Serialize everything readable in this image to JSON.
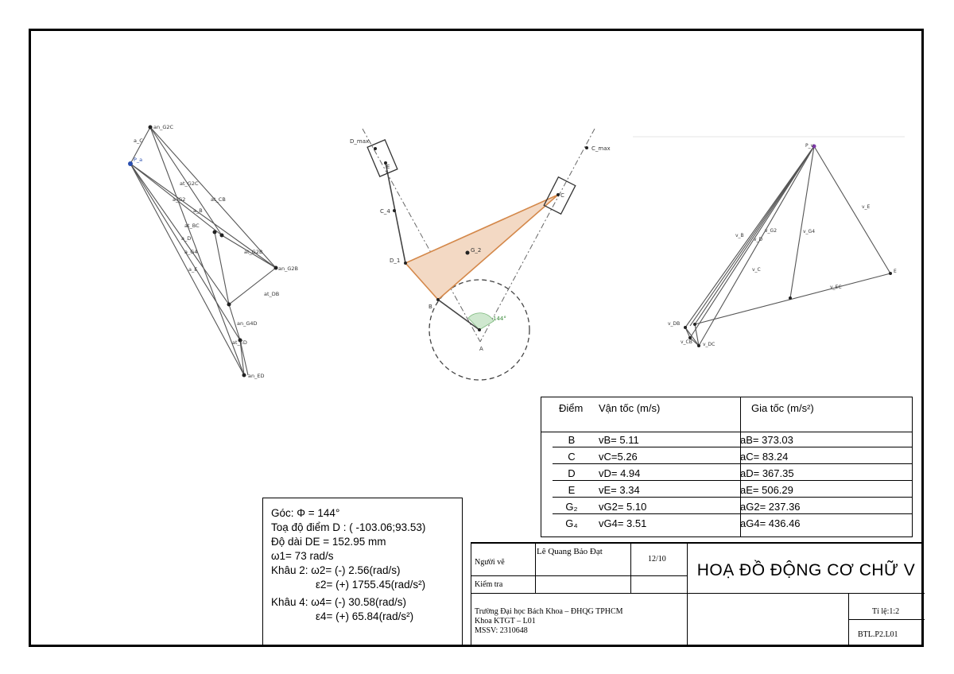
{
  "velocity_labels": [
    "P_v",
    "v_E",
    "v_B",
    "v_D",
    "v_G2",
    "v_G4",
    "v_C",
    "v_EC",
    "v_DB",
    "v_CB",
    "v_DC",
    "E"
  ],
  "accel_labels": [
    "an_G2C",
    "a_C",
    "P_a",
    "at_G2C",
    "at_CB",
    "a_G2",
    "a_B",
    "at_BC",
    "a_D",
    "a_G4",
    "a_E",
    "at_G2B",
    "an_G2B",
    "at_DB",
    "an_G4D",
    "at_ED",
    "an_ED"
  ],
  "mechanism": {
    "labels": [
      "D_max",
      "E",
      "C_4",
      "D_1",
      "G_2",
      "B",
      "A",
      "C",
      "C_max"
    ],
    "angle_label": "144°"
  },
  "results_table": {
    "headers": {
      "point": "Điểm",
      "velocity": "Vận tốc (m/s)",
      "acceleration": "Gia tốc (m/s²)"
    },
    "rows": [
      {
        "point": "B",
        "velocity": "vB= 5.11",
        "acceleration": "aB= 373.03"
      },
      {
        "point": "C",
        "velocity": "vC=5.26",
        "acceleration": "aC= 83.24"
      },
      {
        "point": "D",
        "velocity": "vD= 4.94",
        "acceleration": "aD= 367.35"
      },
      {
        "point": "E",
        "velocity": "vE= 3.34",
        "acceleration": "aE= 506.29"
      },
      {
        "point": "G₂",
        "velocity": "vG2= 5.10",
        "acceleration": "aG2= 237.36"
      },
      {
        "point": "G₄",
        "velocity": "vG4= 3.51",
        "acceleration": "aG4= 436.46"
      }
    ]
  },
  "info": {
    "angle": "Góc:  Φ = 144°",
    "coord_d": "Toạ độ điểm D : ( -103.06;93.53)",
    "length_de": "Độ dài DE  = 152.95 mm",
    "omega1": "ω1= 73 rad/s",
    "link2_omega": "Khâu 2: ω2= (-) 2.56(rad/s)",
    "link2_eps": "ε2= (+) 1755.45(rad/s²)",
    "link4_omega": "Khâu 4: ω4= (-) 30.58(rad/s)",
    "link4_eps": "ε4= (+) 65.84(rad/s²)"
  },
  "title_block": {
    "drawn_by_label": "Người vẽ",
    "drawn_by_name": "Lê Quang Bảo Đạt",
    "date": "12/10",
    "checked_label": "Kiểm tra",
    "title": "HOẠ ĐỒ ĐỘNG CƠ CHỮ V",
    "school": "Trường Đại học Bách Khoa – ĐHQG TPHCM",
    "faculty": "Khoa KTGT – L01",
    "student_id": "MSSV: 2310648",
    "scale": "Tỉ lệ:1:2",
    "code": "BTL.P2.L01"
  }
}
